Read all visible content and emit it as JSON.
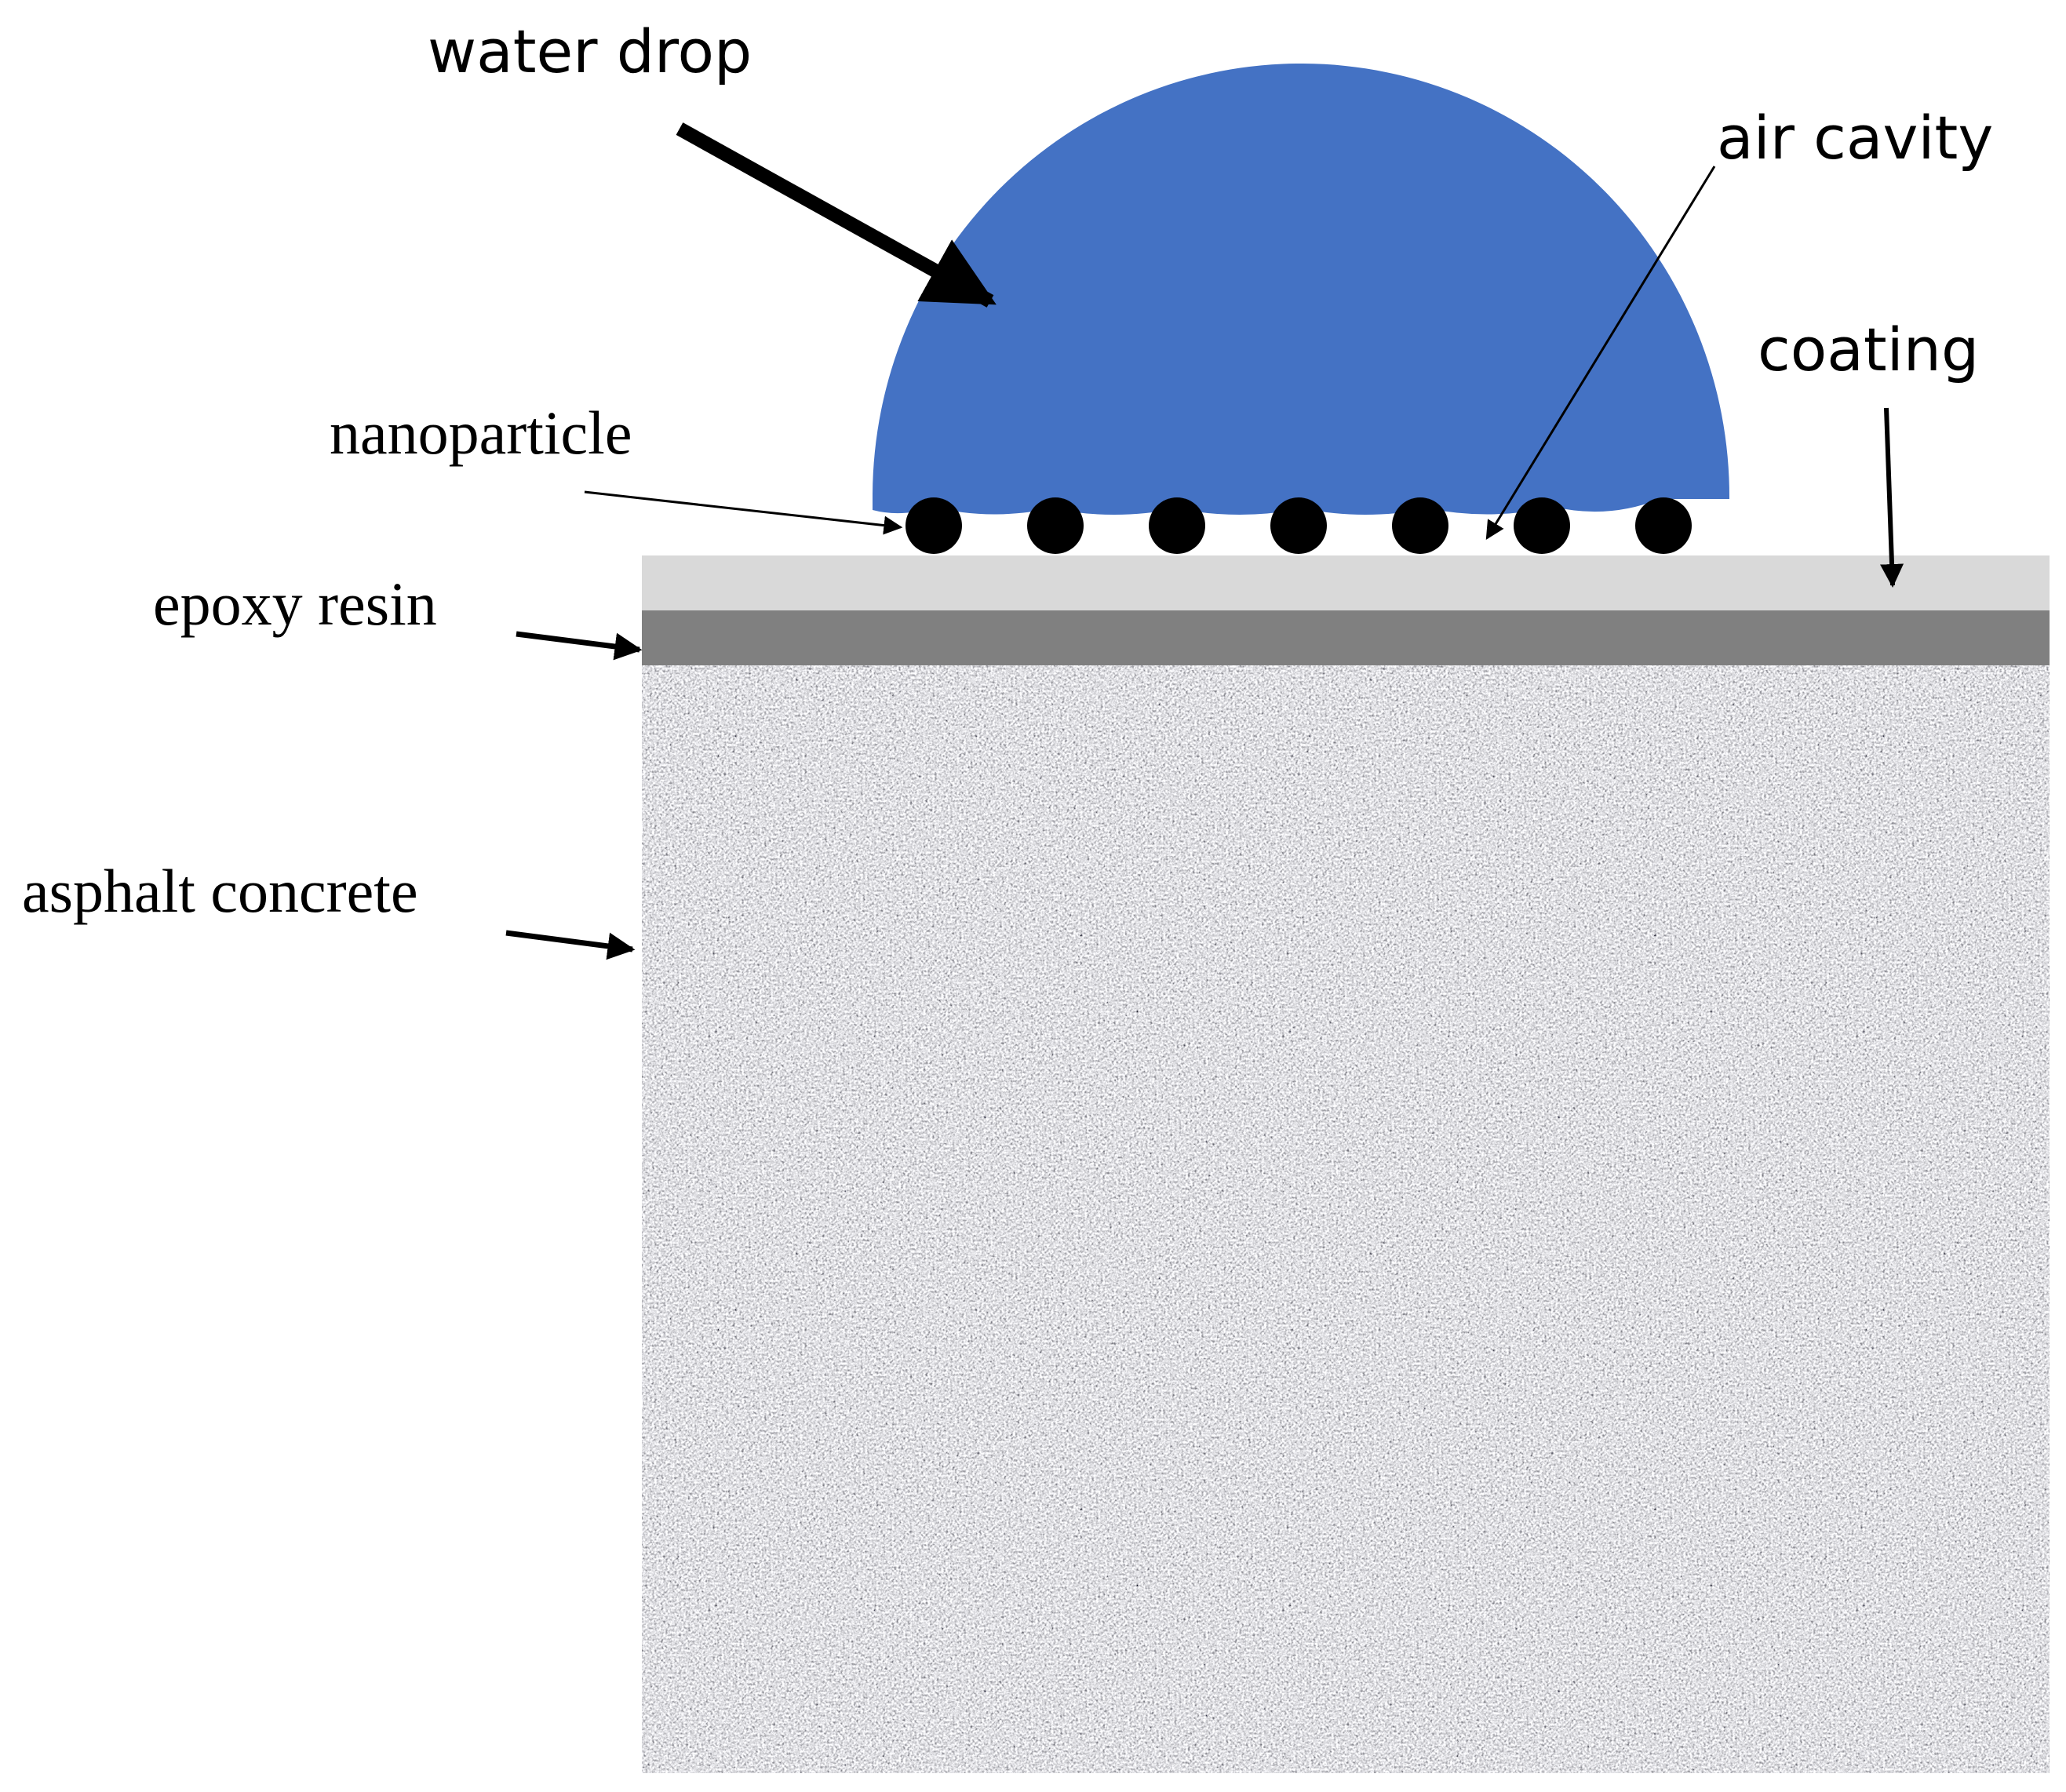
{
  "labels": {
    "water_drop": "water drop",
    "air_cavity": "air cavity",
    "coating": "coating",
    "nanoparticle": "nanoparticle",
    "epoxy_resin": "epoxy resin",
    "asphalt_concrete": "asphalt concrete"
  },
  "colors": {
    "water_drop": "#4472C4",
    "coating": "#D9D9D9",
    "epoxy_resin": "#808080",
    "asphalt_base": "#A6A6A6",
    "nanoparticle": "#000000",
    "arrow": "#000000"
  },
  "nanoparticle_count": 7
}
